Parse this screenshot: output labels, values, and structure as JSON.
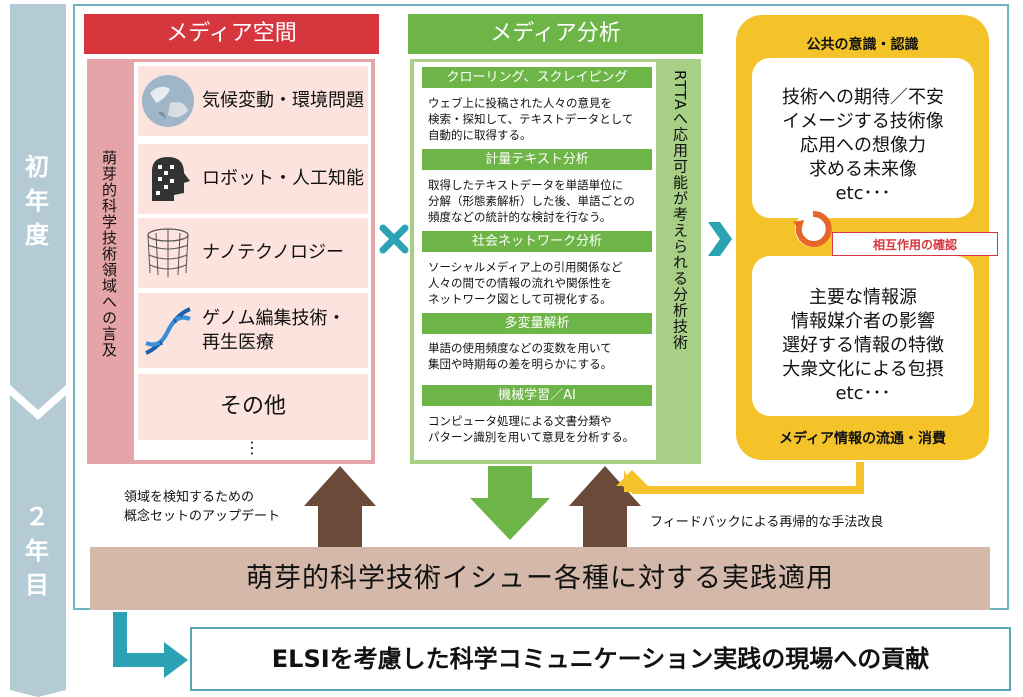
{
  "years": {
    "first": "初\n年\n度",
    "second": "２\n年\n目"
  },
  "media_space": {
    "title": "メディア空間",
    "vertical_label": "萌芽的科学技術領域への言及",
    "topics": [
      "気候変動・環境問題",
      "ロボット・人工知能",
      "ナノテクノロジー",
      "ゲノム編集技術・\n再生医療",
      "その他",
      "⋮"
    ]
  },
  "media_analysis": {
    "title": "メディア分析",
    "vertical_label": "RTTAへ応用可能が考えられる分析技術",
    "methods": [
      {
        "name": "クローリング、スクレイピング",
        "desc": "ウェブ上に投稿された人々の意見を\n検索・探知して、テキストデータとして\n自動的に取得する。"
      },
      {
        "name": "計量テキスト分析",
        "desc": "取得したテキストデータを単語単位に\n分解（形態素解析）した後、単語ごとの\n頻度などの統計的な検討を行なう。"
      },
      {
        "name": "社会ネットワーク分析",
        "desc": "ソーシャルメディア上の引用関係など\n人々の間での情報の流れや関係性を\nネットワーク図として可視化する。"
      },
      {
        "name": "多変量解析",
        "desc": "単語の使用頻度などの変数を用いて\n集団や時期毎の差を明らかにする。"
      },
      {
        "name": "機械学習／AI",
        "desc": "コンピュータ処理による文書分類や\nパターン識別を用いて意見を分析する。"
      }
    ]
  },
  "public": {
    "title": "公共の意識・認識",
    "top_items": [
      "技術への期待／不安",
      "イメージする技術像",
      "応用への想像力",
      "求める未来像",
      "etc･･･"
    ],
    "interaction_label": "相互作用の確認",
    "bottom_items": [
      "主要な情報源",
      "情報媒介者の影響",
      "選好する情報の特徴",
      "大衆文化による包摂",
      "etc･･･"
    ],
    "bottom_title": "メディア情報の流通・消費"
  },
  "notes": {
    "concept_update": "領域を検知するための\n概念セットのアップデート",
    "feedback": "フィードバックによる再帰的な手法改良"
  },
  "practice_band": "萌芽的科学技術イシュー各種に対する実践適用",
  "elsi_contribution": "ELSIを考慮した科学コミュニケーション実践の現場への貢献",
  "colors": {
    "red": "#d6363e",
    "green": "#6eb547",
    "yellow": "#f4c32a",
    "teal": "#2ba3b5",
    "brown": "#6b4a3a",
    "band": "#d4b9aa",
    "sidebar": "#b4cbd6"
  }
}
